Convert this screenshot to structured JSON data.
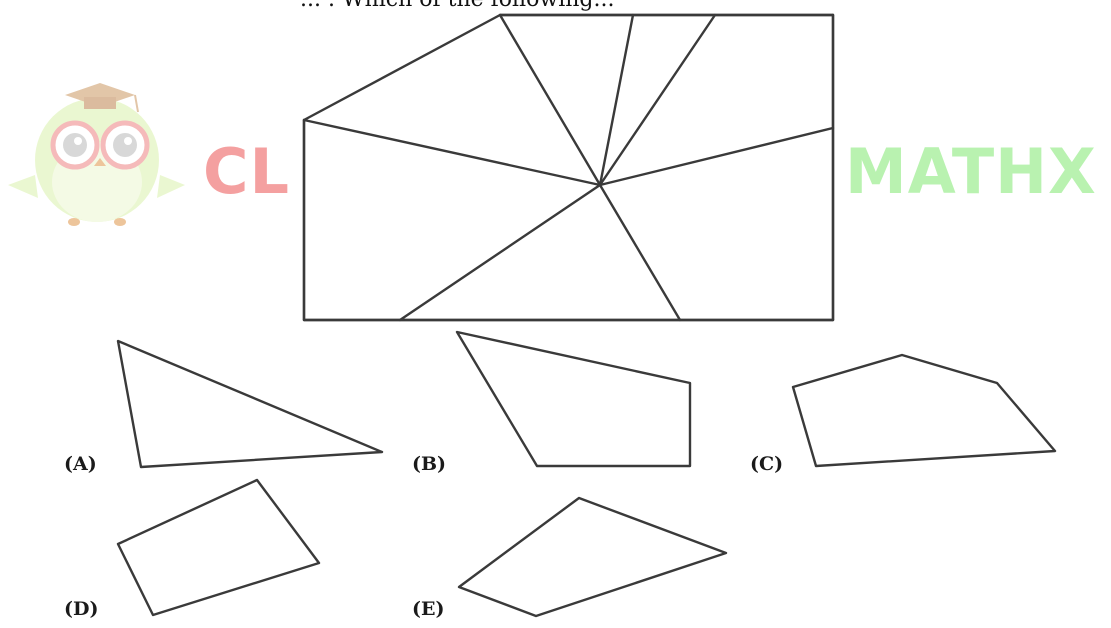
{
  "question": {
    "clipped_top_text": "... . Which of the following..."
  },
  "watermark": {
    "left_text": "CL",
    "right_text": "MATHX",
    "left_color": "#f4a0a0",
    "right_color": "#b9f2b0",
    "owl_body_color": "#d8f0b0",
    "owl_hat_color": "#d9b38c",
    "owl_glasses_color": "#f2a3a3"
  },
  "options": [
    {
      "id": "A",
      "label": "(A)"
    },
    {
      "id": "B",
      "label": "(B)"
    },
    {
      "id": "C",
      "label": "(C)"
    },
    {
      "id": "D",
      "label": "(D)"
    },
    {
      "id": "E",
      "label": "(E)"
    }
  ],
  "colors": {
    "line": "#3a3a3a",
    "label": "#1a1a1a",
    "background": "#ffffff"
  }
}
